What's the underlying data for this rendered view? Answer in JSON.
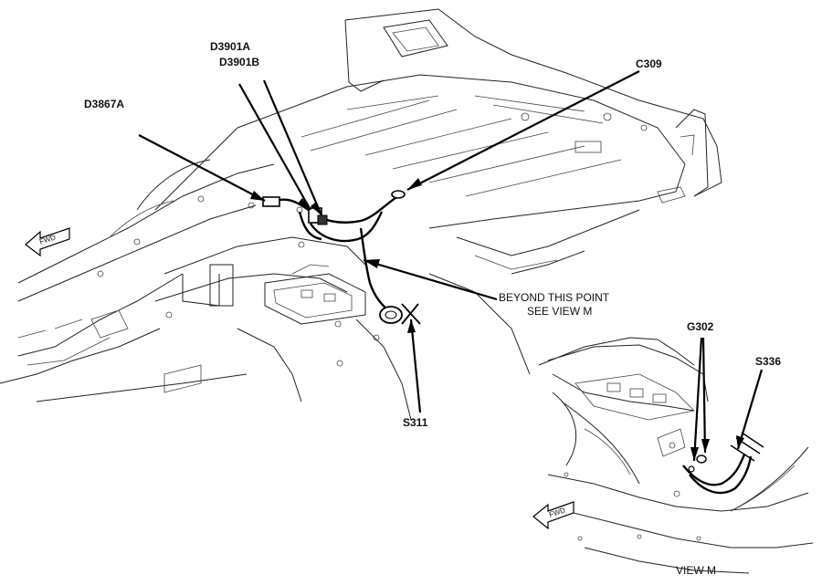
{
  "callouts": {
    "d3901a": "D3901A",
    "d3901b": "D3901B",
    "d3867a": "D3867A",
    "c309": "C309",
    "beyond_line1": "BEYOND THIS POINT",
    "beyond_line2": "SEE VIEW M",
    "s311": "S311",
    "g302": "G302",
    "s336": "S336",
    "view_m": "VIEW M"
  },
  "arrows": {
    "main_fwd": "FWD",
    "view_fwd": "FWD"
  },
  "icons": [
    "forward-arrow-icon",
    "forward-arrow-icon"
  ]
}
